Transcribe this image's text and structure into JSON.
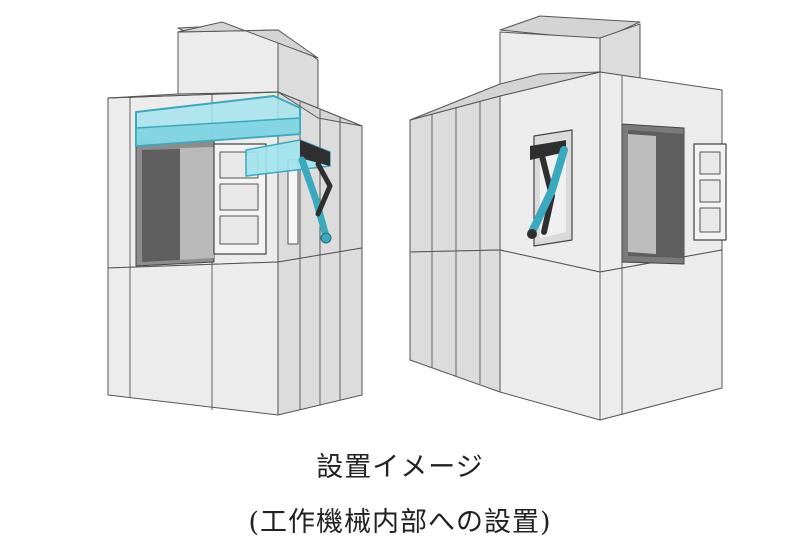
{
  "caption": {
    "title": "設置イメージ",
    "subtitle": "(工作機械内部への設置)"
  },
  "colors": {
    "face_front": "#ececec",
    "face_side": "#dcdcdc",
    "face_top": "#d4d4d4",
    "edge": "#555555",
    "window_dark": "#6e6e6e",
    "robot_cyan": "#39a9bd",
    "robot_highlight": "#9fe3ee",
    "robot_dark": "#2f2f2f"
  },
  "figures": [
    {
      "name": "machine-internal-view",
      "robot_mount": "ceiling-gantry",
      "robot_style": "highlighted"
    },
    {
      "name": "machine-side-view",
      "robot_mount": "side-opening",
      "robot_style": "solid"
    }
  ]
}
